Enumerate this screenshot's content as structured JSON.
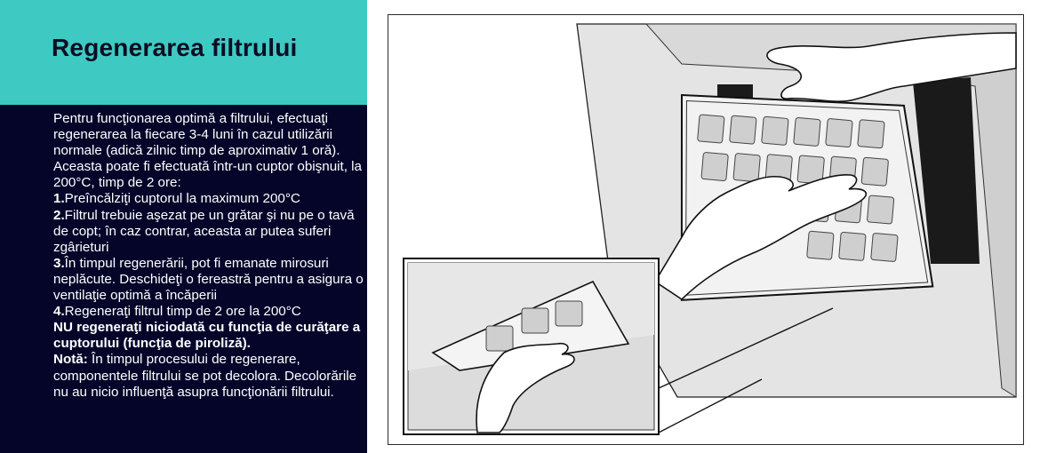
{
  "title": "Regenerarea filtrului",
  "intro": "Pentru funcţionarea optimă a filtrului, efectuaţi regenerarea la fiecare 3-4 luni în cazul utilizării normale (adică zilnic timp de aproximativ 1 oră). Aceasta poate fi efectuată într-un cuptor obişnuit, la 200°C, timp de 2 ore:",
  "steps": [
    {
      "num": "1.",
      "text": "Preîncălziţi cuptorul la maximum 200°C"
    },
    {
      "num": "2.",
      "text": "Filtrul trebuie aşezat pe un grătar şi nu pe o tavă de copt; în caz contrar, aceasta ar putea suferi zgârieturi"
    },
    {
      "num": "3.",
      "text": "În timpul regenerării, pot fi emanate mirosuri neplăcute. Deschideţi o fereastră pentru a asigura o ventilaţie optimă a încăperii"
    },
    {
      "num": "4.",
      "text": "Regeneraţi filtrul timp de 2 ore la 200°C"
    }
  ],
  "warning": "NU regeneraţi niciodată cu funcţia de curăţare a cuptorului (funcţia de piroliză).",
  "note_label": "Notă:",
  "note_text": " În timpul procesului de regenerare, componentele filtrului se pot decolora. Decolorările nu au nicio influenţă asupra funcţionării filtrului.",
  "colors": {
    "title_band": "#3ecac3",
    "body_band": "#05052a",
    "text": "#ffffff"
  },
  "illustration": {
    "icon": "hands-removing-filter-illustration",
    "inset_icon": "hand-on-filter-inset"
  }
}
